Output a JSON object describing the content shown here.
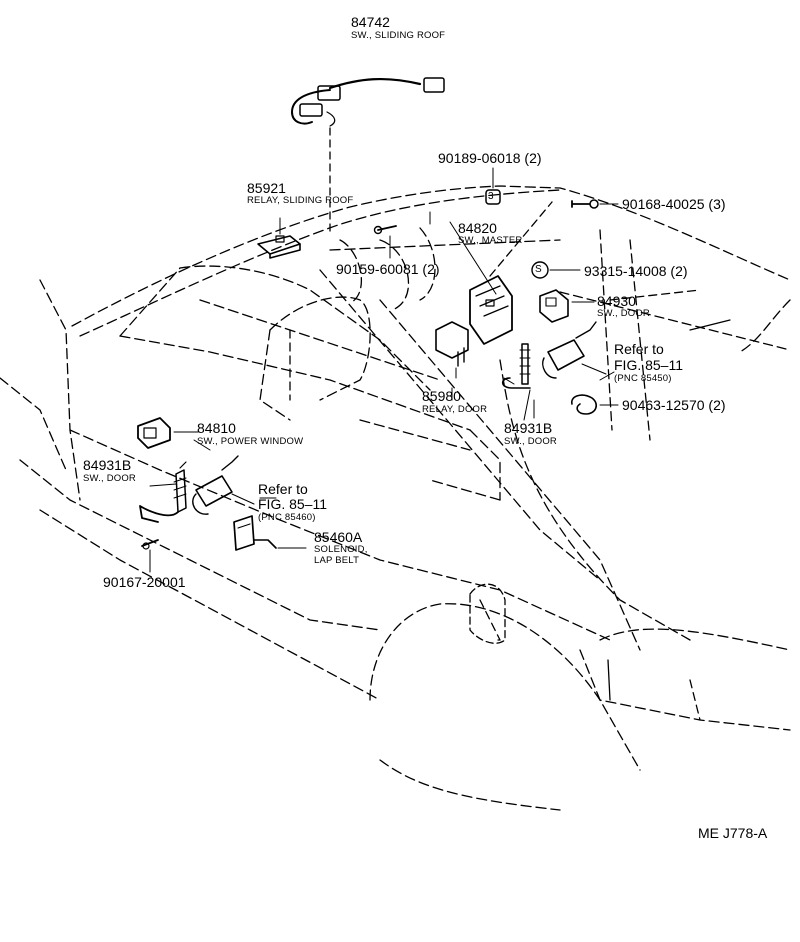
{
  "colors": {
    "ink": "#000000",
    "background": "#ffffff"
  },
  "parts": {
    "p84742": {
      "number": "84742",
      "desc": "SW., SLIDING ROOF"
    },
    "p85921": {
      "number": "85921",
      "desc": "RELAY, SLIDING ROOF"
    },
    "p90189": {
      "number": "90189-06018 (2)"
    },
    "p90168": {
      "number": "90168-40025 (3)"
    },
    "p84820": {
      "number": "84820",
      "desc": "SW., MASTER"
    },
    "p90159": {
      "number": "90159-60081 (2)"
    },
    "p93315": {
      "number": "93315-14008 (2)"
    },
    "p84930": {
      "number": "84930",
      "desc": "SW., DOOR"
    },
    "ref_right": {
      "line1": "Refer to",
      "line2": "FIG. 85–11",
      "pnc": "(PNC 85450)"
    },
    "p90463": {
      "number": "90463-12570 (2)"
    },
    "p85980": {
      "number": "85980",
      "desc": "RELAY, DOOR"
    },
    "p84931B_right": {
      "number": "84931B",
      "desc": "SW., DOOR"
    },
    "p84810": {
      "number": "84810",
      "desc": "SW., POWER WINDOW"
    },
    "p84931B_left": {
      "number": "84931B",
      "desc": "SW., DOOR"
    },
    "ref_left": {
      "line1": "Refer to",
      "line2": "FIG. 85–11",
      "pnc": "(PNC 85460)"
    },
    "p85460A": {
      "number": "85460A",
      "desc1": "SOLENOID,",
      "desc2": "LAP BELT"
    },
    "p90167": {
      "number": "90167-20001"
    }
  },
  "screw_marker": "S",
  "clip_marker": "3",
  "drawing_code": "ME J778-A"
}
